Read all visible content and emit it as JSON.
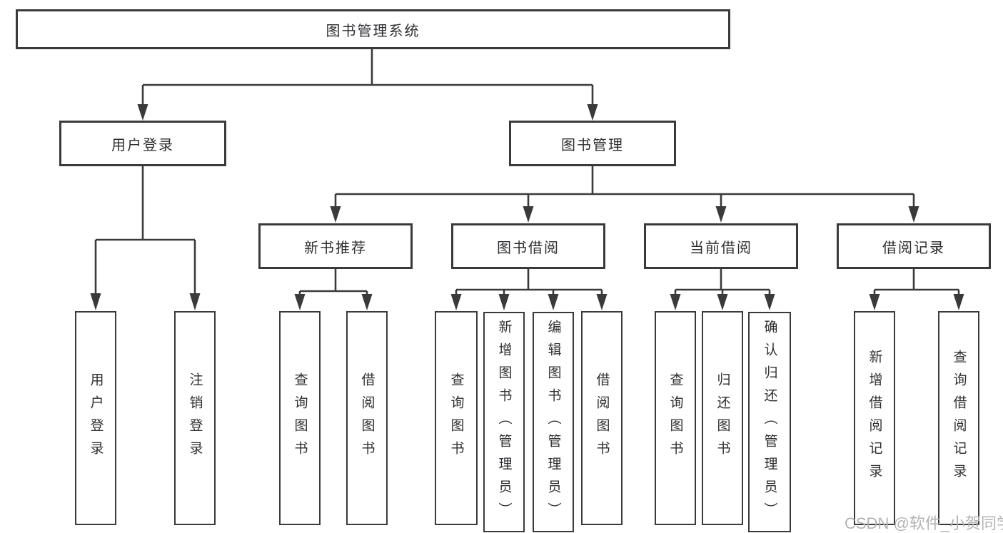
{
  "colors": {
    "line": "#3a3a3a",
    "text": "#2e2e32",
    "watermark": "#b3b3b3",
    "background": "#ffffff"
  },
  "diagram": {
    "root": {
      "label": "图书管理系统"
    },
    "branches": [
      {
        "label": "用户登录",
        "children": [
          {
            "label": "用户登录"
          },
          {
            "label": "注销登录"
          }
        ]
      },
      {
        "label": "图书管理",
        "children": [
          {
            "label": "新书推荐",
            "children": [
              {
                "label": "查询图书"
              },
              {
                "label": "借阅图书"
              }
            ]
          },
          {
            "label": "图书借阅",
            "children": [
              {
                "label": "查询图书"
              },
              {
                "label": "新增图书（管理员）"
              },
              {
                "label": "编辑图书（管理员）"
              },
              {
                "label": "借阅图书"
              }
            ]
          },
          {
            "label": "当前借阅",
            "children": [
              {
                "label": "查询图书"
              },
              {
                "label": "归还图书"
              },
              {
                "label": "确认归还（管理员）"
              }
            ]
          },
          {
            "label": "借阅记录",
            "children": [
              {
                "label": "新增借阅记录"
              },
              {
                "label": "查询借阅记录"
              }
            ]
          }
        ]
      }
    ]
  },
  "watermark": {
    "text": "CSDN @软件_小贺同学"
  }
}
